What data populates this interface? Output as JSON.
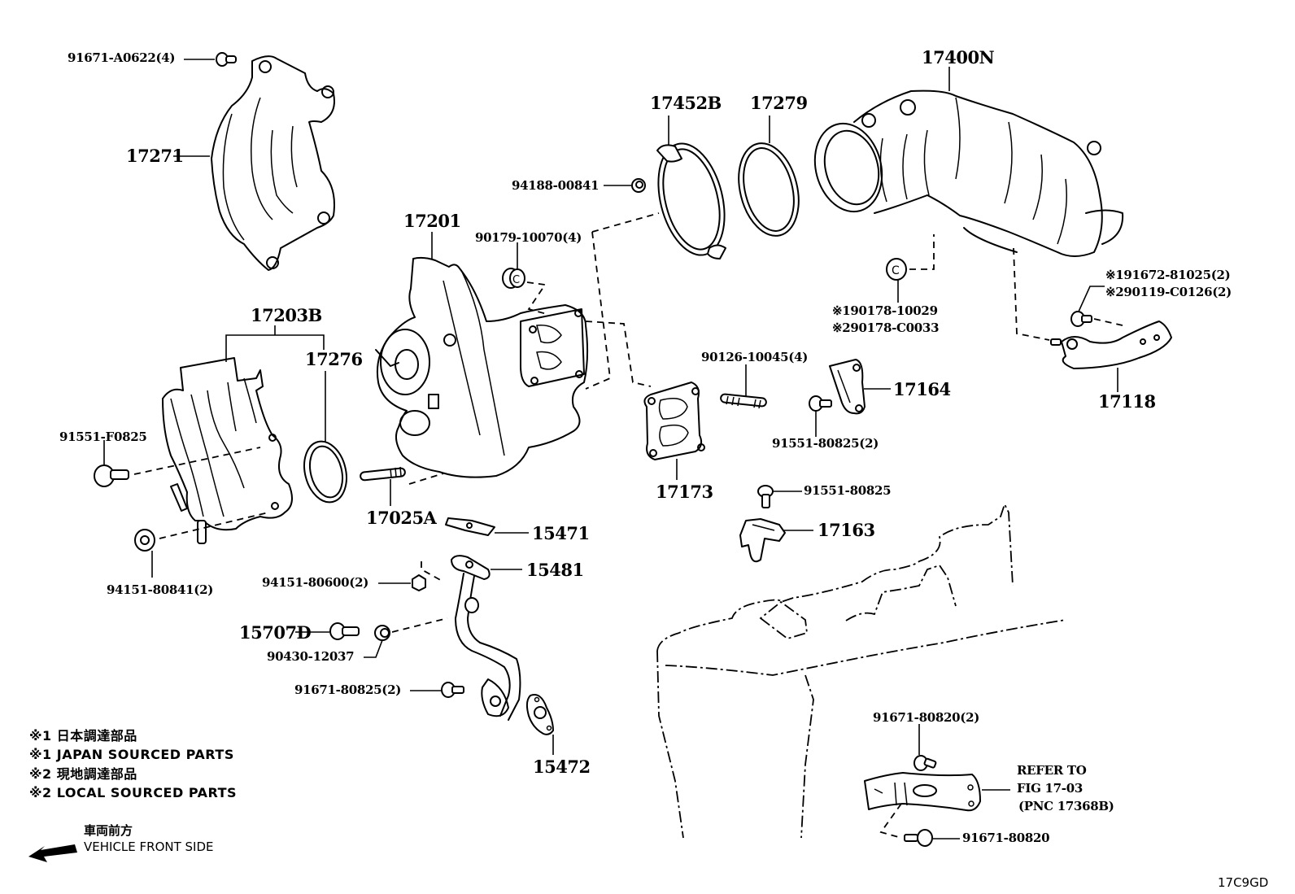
{
  "figure_id": "17C9GD",
  "parts": {
    "p17271": "17271",
    "p91671_A0622": "91671-A0622(4)",
    "p17201": "17201",
    "p90179_10070": "90179-10070(4)",
    "p94188_00841": "94188-00841",
    "p17452B": "17452B",
    "p17279": "17279",
    "p17400N": "17400N",
    "p90178_line1": "※190178-10029",
    "p90178_line2": "※290178-C0033",
    "p91672_line1": "※191672-81025(2)",
    "p91672_line2": "※290119-C0126(2)",
    "p17118": "17118",
    "p17203B": "17203B",
    "p17276": "17276",
    "p91551_F0825": "91551-F0825",
    "p94151_80841": "94151-80841(2)",
    "p17025A": "17025A",
    "p90126_10045": "90126-10045(4)",
    "p17164": "17164",
    "p91551_80825_2": "91551-80825(2)",
    "p17173": "17173",
    "p91551_80825": "91551-80825",
    "p17163": "17163",
    "p15471": "15471",
    "p15481": "15481",
    "p94151_80600": "94151-80600(2)",
    "p15707D": "15707D",
    "p90430_12037": "90430-12037",
    "p91671_80825": "91671-80825(2)",
    "p15472": "15472",
    "p91671_80820_2": "91671-80820(2)",
    "p91671_80820": "91671-80820",
    "refer_line1": "REFER TO",
    "refer_line2": "FIG 17-03",
    "refer_line3": "(PNC 17368B)"
  },
  "notes": {
    "n1_jp": "※1 日本調達部品",
    "n1_en": "※1 JAPAN SOURCED PARTS",
    "n2_jp": "※2 現地調達部品",
    "n2_en": "※2 LOCAL SOURCED PARTS"
  },
  "front": {
    "jp": "車両前方",
    "en": "VEHICLE FRONT SIDE",
    "icon": "arrow-front-icon"
  }
}
